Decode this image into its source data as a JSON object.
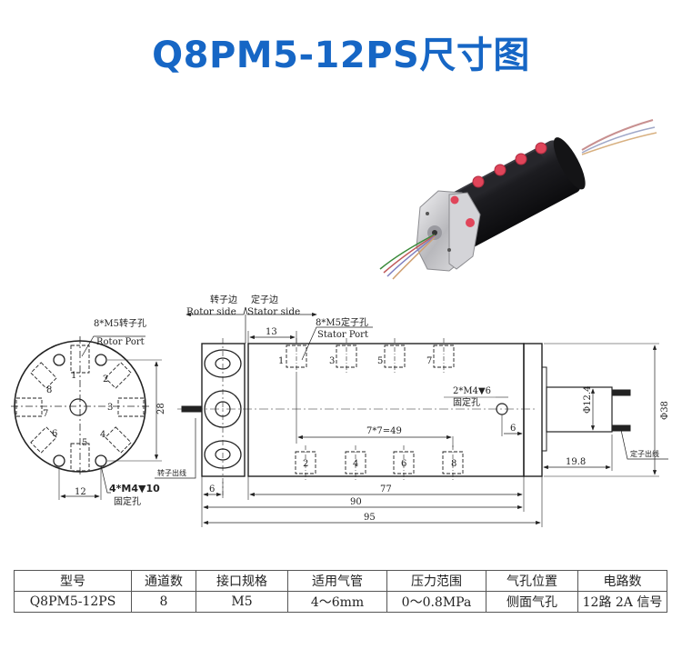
{
  "title": "Q8PM5-12PS尺寸图",
  "colors": {
    "title": "#1666c5",
    "line": "#222222",
    "body_black": "#1a1a1e",
    "port_red": "#e0455a",
    "steel": "#c9c9cc"
  },
  "product_photo": {
    "description": "black cylindrical slip ring with red pneumatic ports, steel hex end, colored wires"
  },
  "end_view": {
    "rotor_port_label_cn": "8*M5转子孔",
    "rotor_port_label_en": "Rotor Port",
    "port_numbers": [
      "1",
      "2",
      "3",
      "4",
      "5",
      "6",
      "7",
      "8"
    ],
    "dim_28": "28",
    "dim_12": "12",
    "mount_hole_label": "4*M4▼10",
    "mount_hole_cn": "固定孔",
    "rotor_wire_label": "转子出线"
  },
  "side_view": {
    "rotor_side_cn": "转子边",
    "stator_side_cn": "定子边",
    "rotor_side_en": "Rotor side",
    "stator_side_en": "Stator side",
    "stator_port_label_cn": "8*M5定子孔",
    "stator_port_label_en": "Stator Port",
    "dim_13": "13",
    "top_ports": [
      "1",
      "3",
      "5",
      "7"
    ],
    "bottom_ports": [
      "2",
      "4",
      "6",
      "8"
    ],
    "pitch_label": "7*7=49",
    "fix_hole_label": "2*M4▼6",
    "fix_hole_cn": "固定孔",
    "dim_6_right": "6",
    "dim_phi12_4": "Φ12.4",
    "dim_phi38": "Φ38",
    "dim_19_8": "19.8",
    "stator_wire_label": "定子出线",
    "dim_6_left": "6",
    "dim_77": "77",
    "dim_90": "90",
    "dim_95": "95"
  },
  "spec_table": {
    "headers": [
      "型号",
      "通道数",
      "接口规格",
      "适用气管",
      "压力范围",
      "气孔位置",
      "电路数"
    ],
    "rows": [
      [
        "Q8PM5-12PS",
        "8",
        "M5",
        "4～6mm",
        "0～0.8MPa",
        "侧面气孔",
        "12路 2A 信号"
      ]
    ]
  }
}
